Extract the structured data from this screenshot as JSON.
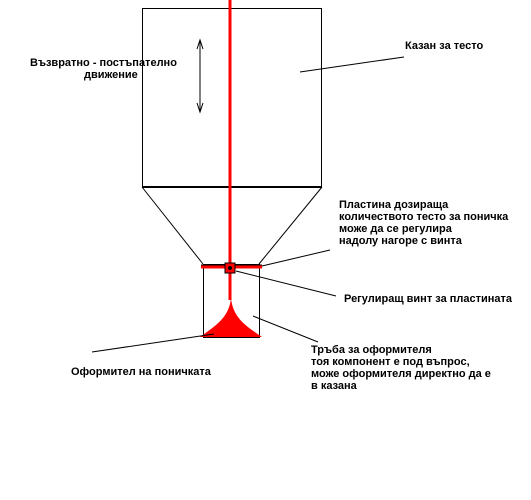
{
  "labels": {
    "reciprocating_line1": "Възвратно  - постъпателно",
    "reciprocating_line2": "движение",
    "dough_tank": "Казан за тесто",
    "plate_line1": "Пластина дозираща",
    "plate_line2": "количеството тесто за поничка",
    "plate_line3": "може да се регулира",
    "plate_line4": "надолу нагоре с винта",
    "adjusting_screw": "Регулиращ винт за пластината",
    "tube_line1": "Тръба за оформителя",
    "tube_line2": "тоя компонент е под въпрос,",
    "tube_line3": "може оформителя директно да е",
    "tube_line4": "в казана",
    "shaper": "Оформител на поничката"
  },
  "colors": {
    "outline": "#000000",
    "rod": "#ff0000",
    "shaper_fill": "#ff0000"
  },
  "icons": {
    "motion": "double-arrow-vertical-icon"
  }
}
